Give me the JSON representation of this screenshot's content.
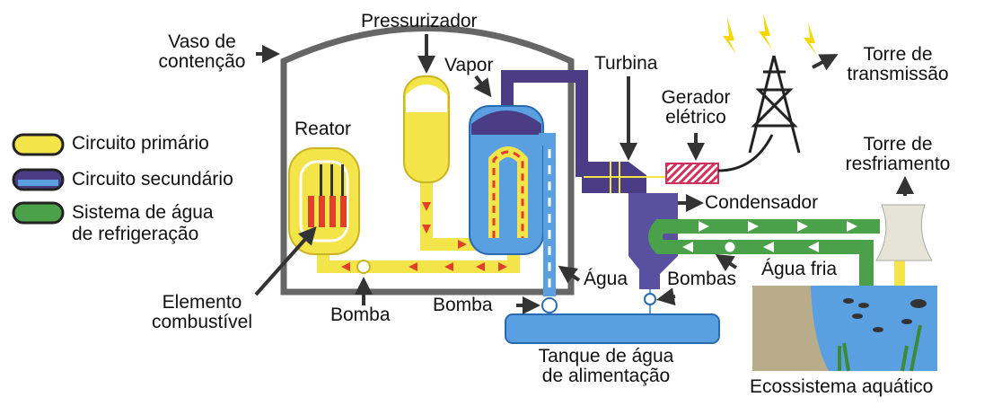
{
  "legend": [
    {
      "label": "Circuito primário",
      "color": "#f3e44a"
    },
    {
      "label": "Circuito secundário",
      "color": "#4a3d86"
    },
    {
      "label": "Sistema de água",
      "label2": "de refrigeração",
      "color": "#4aa14a"
    }
  ],
  "labels": {
    "vaso1": "Vaso de",
    "vaso2": "contenção",
    "pressurizador": "Pressurizador",
    "vapor": "Vapor",
    "reator": "Reator",
    "turbina": "Turbina",
    "gerador1": "Gerador",
    "gerador2": "elétrico",
    "torre_t1": "Torre de",
    "torre_t2": "transmissão",
    "torre_r1": "Torre de",
    "torre_r2": "resfriamento",
    "condensador": "Condensador",
    "agua": "Água",
    "bombas": "Bombas",
    "agua_fria": "Água fria",
    "elemento1": "Elemento",
    "elemento2": "combustível",
    "bomba1": "Bomba",
    "bomba2": "Bomba",
    "tanque1": "Tanque de água",
    "tanque2": "de alimentação",
    "ecossistema": "Ecossistema aquático"
  },
  "colors": {
    "primary": "#f3e44a",
    "secondary": "#4a3d86",
    "feed": "#5aa0e0",
    "cooling": "#4aa14a",
    "arrow": "#e0402a",
    "generator": "#d0305a"
  }
}
